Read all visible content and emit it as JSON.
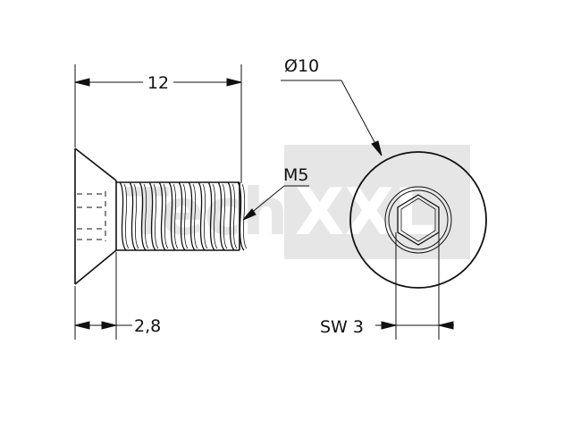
{
  "watermark": {
    "text": "TechXXL",
    "color": "#e3e3e3"
  },
  "drawing": {
    "subject": "countersunk-hex-socket-screw",
    "line_color": "#111111"
  },
  "dimensions": {
    "length": "12",
    "head_diameter": "Ø10",
    "thread": "M5",
    "head_height": "2,8",
    "socket_size": "SW 3"
  }
}
